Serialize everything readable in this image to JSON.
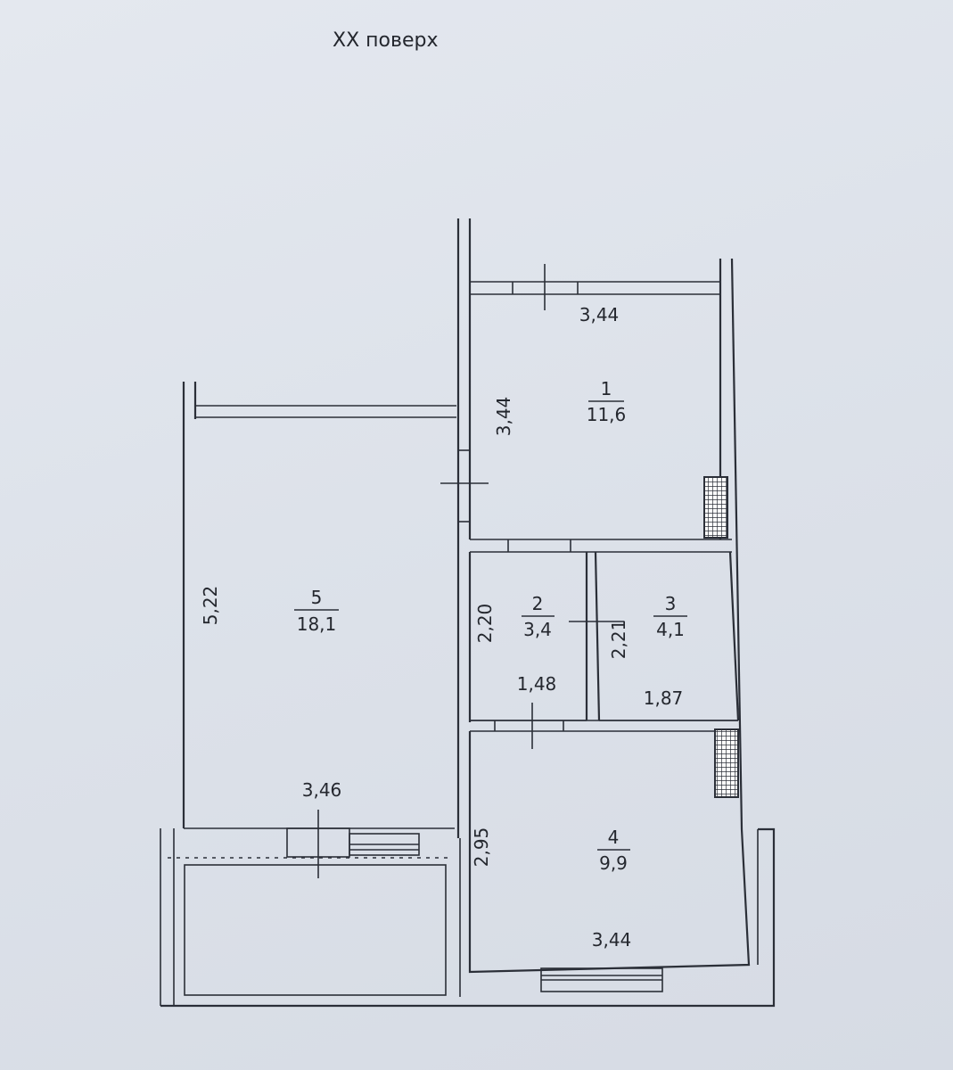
{
  "floor_title": "XX  поверх",
  "rooms": [
    {
      "number": "1",
      "area": "11,6"
    },
    {
      "number": "2",
      "area": "3,4"
    },
    {
      "number": "3",
      "area": "4,1"
    },
    {
      "number": "4",
      "area": "9,9"
    },
    {
      "number": "5",
      "area": "18,1"
    }
  ],
  "dimensions": {
    "room1_width": "3,44",
    "room1_height": "3,44",
    "room2_height": "2,20",
    "room2_width": "1,48",
    "room3_height": "2,21",
    "room3_width": "1,87",
    "room4_height": "2,95",
    "room4_width": "3,44",
    "room5_height": "5,22",
    "room5_width": "3,46"
  }
}
